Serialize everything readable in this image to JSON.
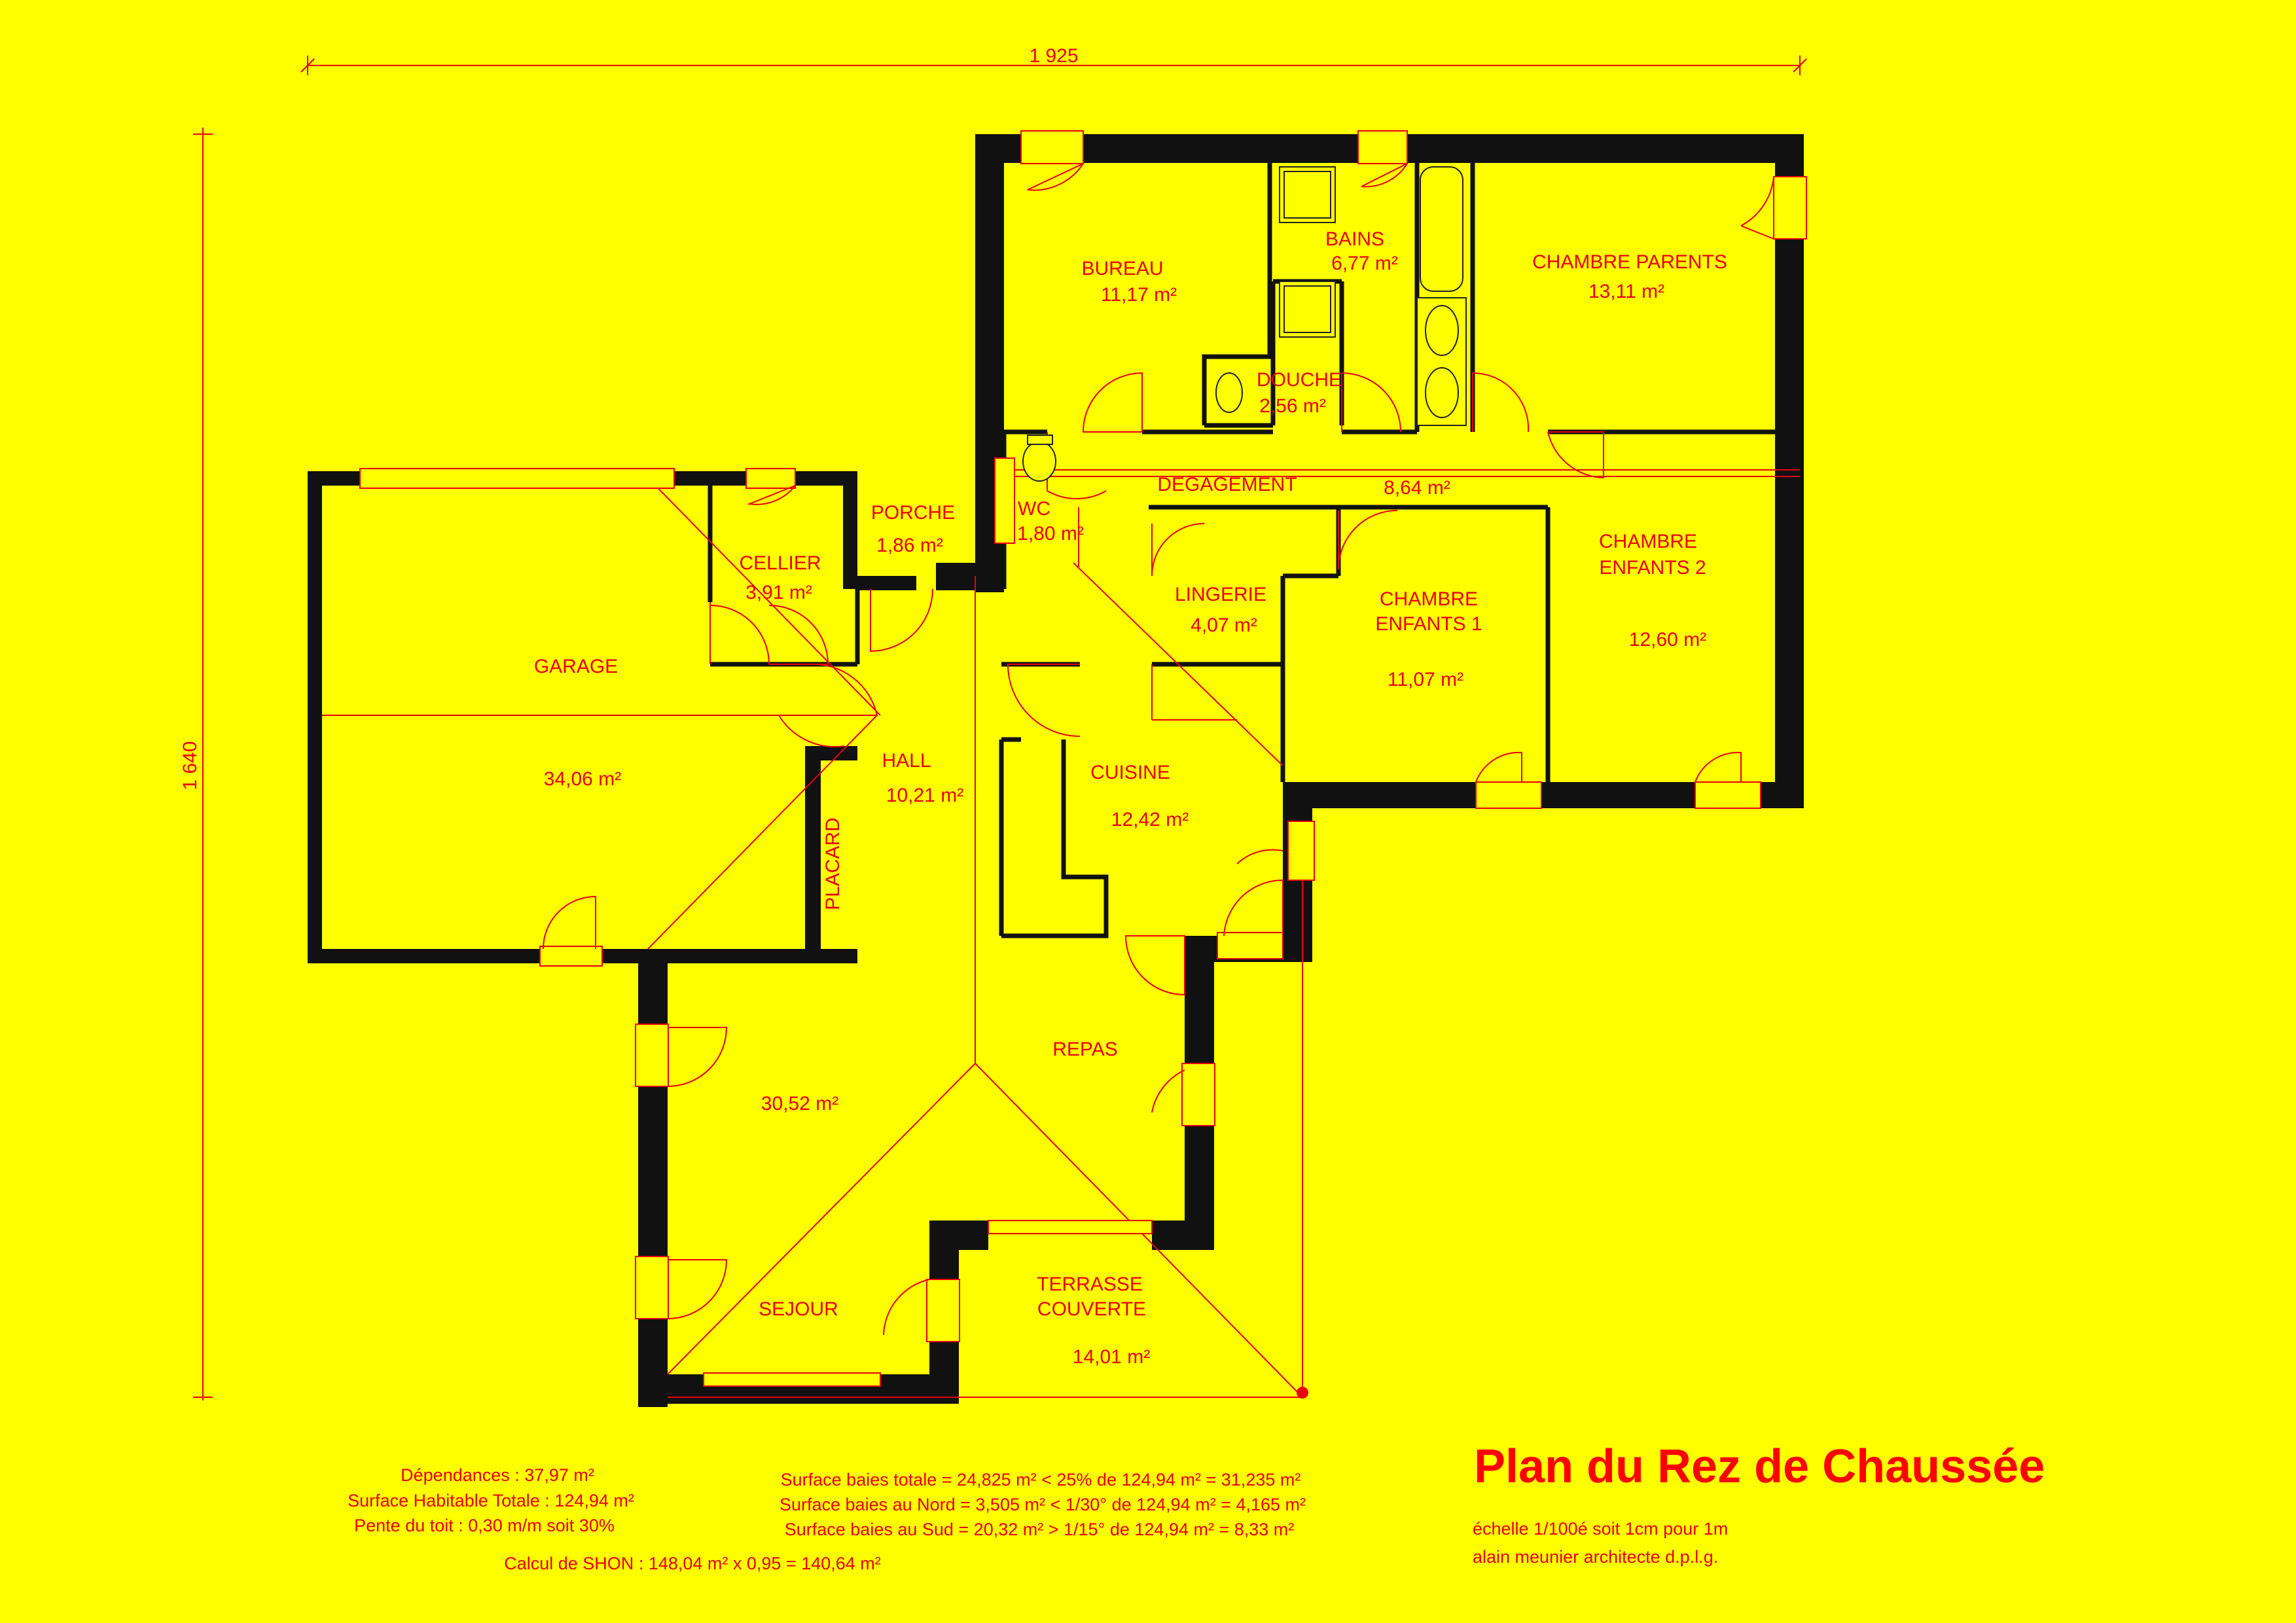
{
  "dimensions": {
    "width_label": "1 925",
    "height_label": "1 640"
  },
  "rooms": {
    "bureau": {
      "name": "BUREAU",
      "area": "11,17 m²"
    },
    "bains": {
      "name": "BAINS",
      "area": "6,77 m²"
    },
    "douche": {
      "name": "DOUCHE",
      "area": "2,56 m²"
    },
    "chambre_parents": {
      "name": "CHAMBRE PARENTS",
      "area": "13,11 m²"
    },
    "degagement": {
      "name": "DEGAGEMENT",
      "area": "8,64 m²"
    },
    "porche": {
      "name": "PORCHE",
      "area": "1,86 m²"
    },
    "wc": {
      "name": "WC",
      "area": "1,80 m²"
    },
    "cellier": {
      "name": "CELLIER",
      "area": "3,91 m²"
    },
    "lingerie": {
      "name": "LINGERIE",
      "area": "4,07 m²"
    },
    "chambre_enfants_1": {
      "name_line1": "CHAMBRE",
      "name_line2": "ENFANTS 1",
      "area": "11,07 m²"
    },
    "chambre_enfants_2": {
      "name_line1": "CHAMBRE",
      "name_line2": "ENFANTS 2",
      "area": "12,60 m²"
    },
    "garage": {
      "name": "GARAGE",
      "area": "34,06 m²"
    },
    "hall": {
      "name": "HALL",
      "area": "10,21 m²"
    },
    "placard": {
      "name": "PLACARD"
    },
    "cuisine": {
      "name": "CUISINE",
      "area": "12,42 m²"
    },
    "repas": {
      "name": "REPAS"
    },
    "sejour": {
      "name": "SEJOUR",
      "area": "30,52 m²"
    },
    "terrasse": {
      "name_line1": "TERRASSE",
      "name_line2": "COUVERTE",
      "area": "14,01 m²"
    }
  },
  "notes": {
    "dependances": "Dépendances : 37,97 m²",
    "surface_habitable": "Surface Habitable Totale : 124,94 m²",
    "pente_toit": "Pente du toit : 0,30 m/m soit 30%",
    "shon": "Calcul de SHON : 148,04 m² x 0,95 = 140,64 m²",
    "baies_totale": "Surface baies totale = 24,825 m² < 25% de 124,94 m² = 31,235 m²",
    "baies_nord": "Surface baies au Nord = 3,505 m² < 1/30° de 124,94 m² = 4,165 m²",
    "baies_sud": "Surface baies au Sud = 20,32 m² > 1/15° de 124,94 m² = 8,33 m²"
  },
  "title_block": {
    "title": "Plan du Rez de Chaussée",
    "scale": "échelle 1/100é soit 1cm pour 1m",
    "architect": "alain meunier architecte d.p.l.g."
  },
  "colors": {
    "background": "#ffff00",
    "ink": "#e8000f",
    "walls": "#111111",
    "title": "#ff0000"
  }
}
